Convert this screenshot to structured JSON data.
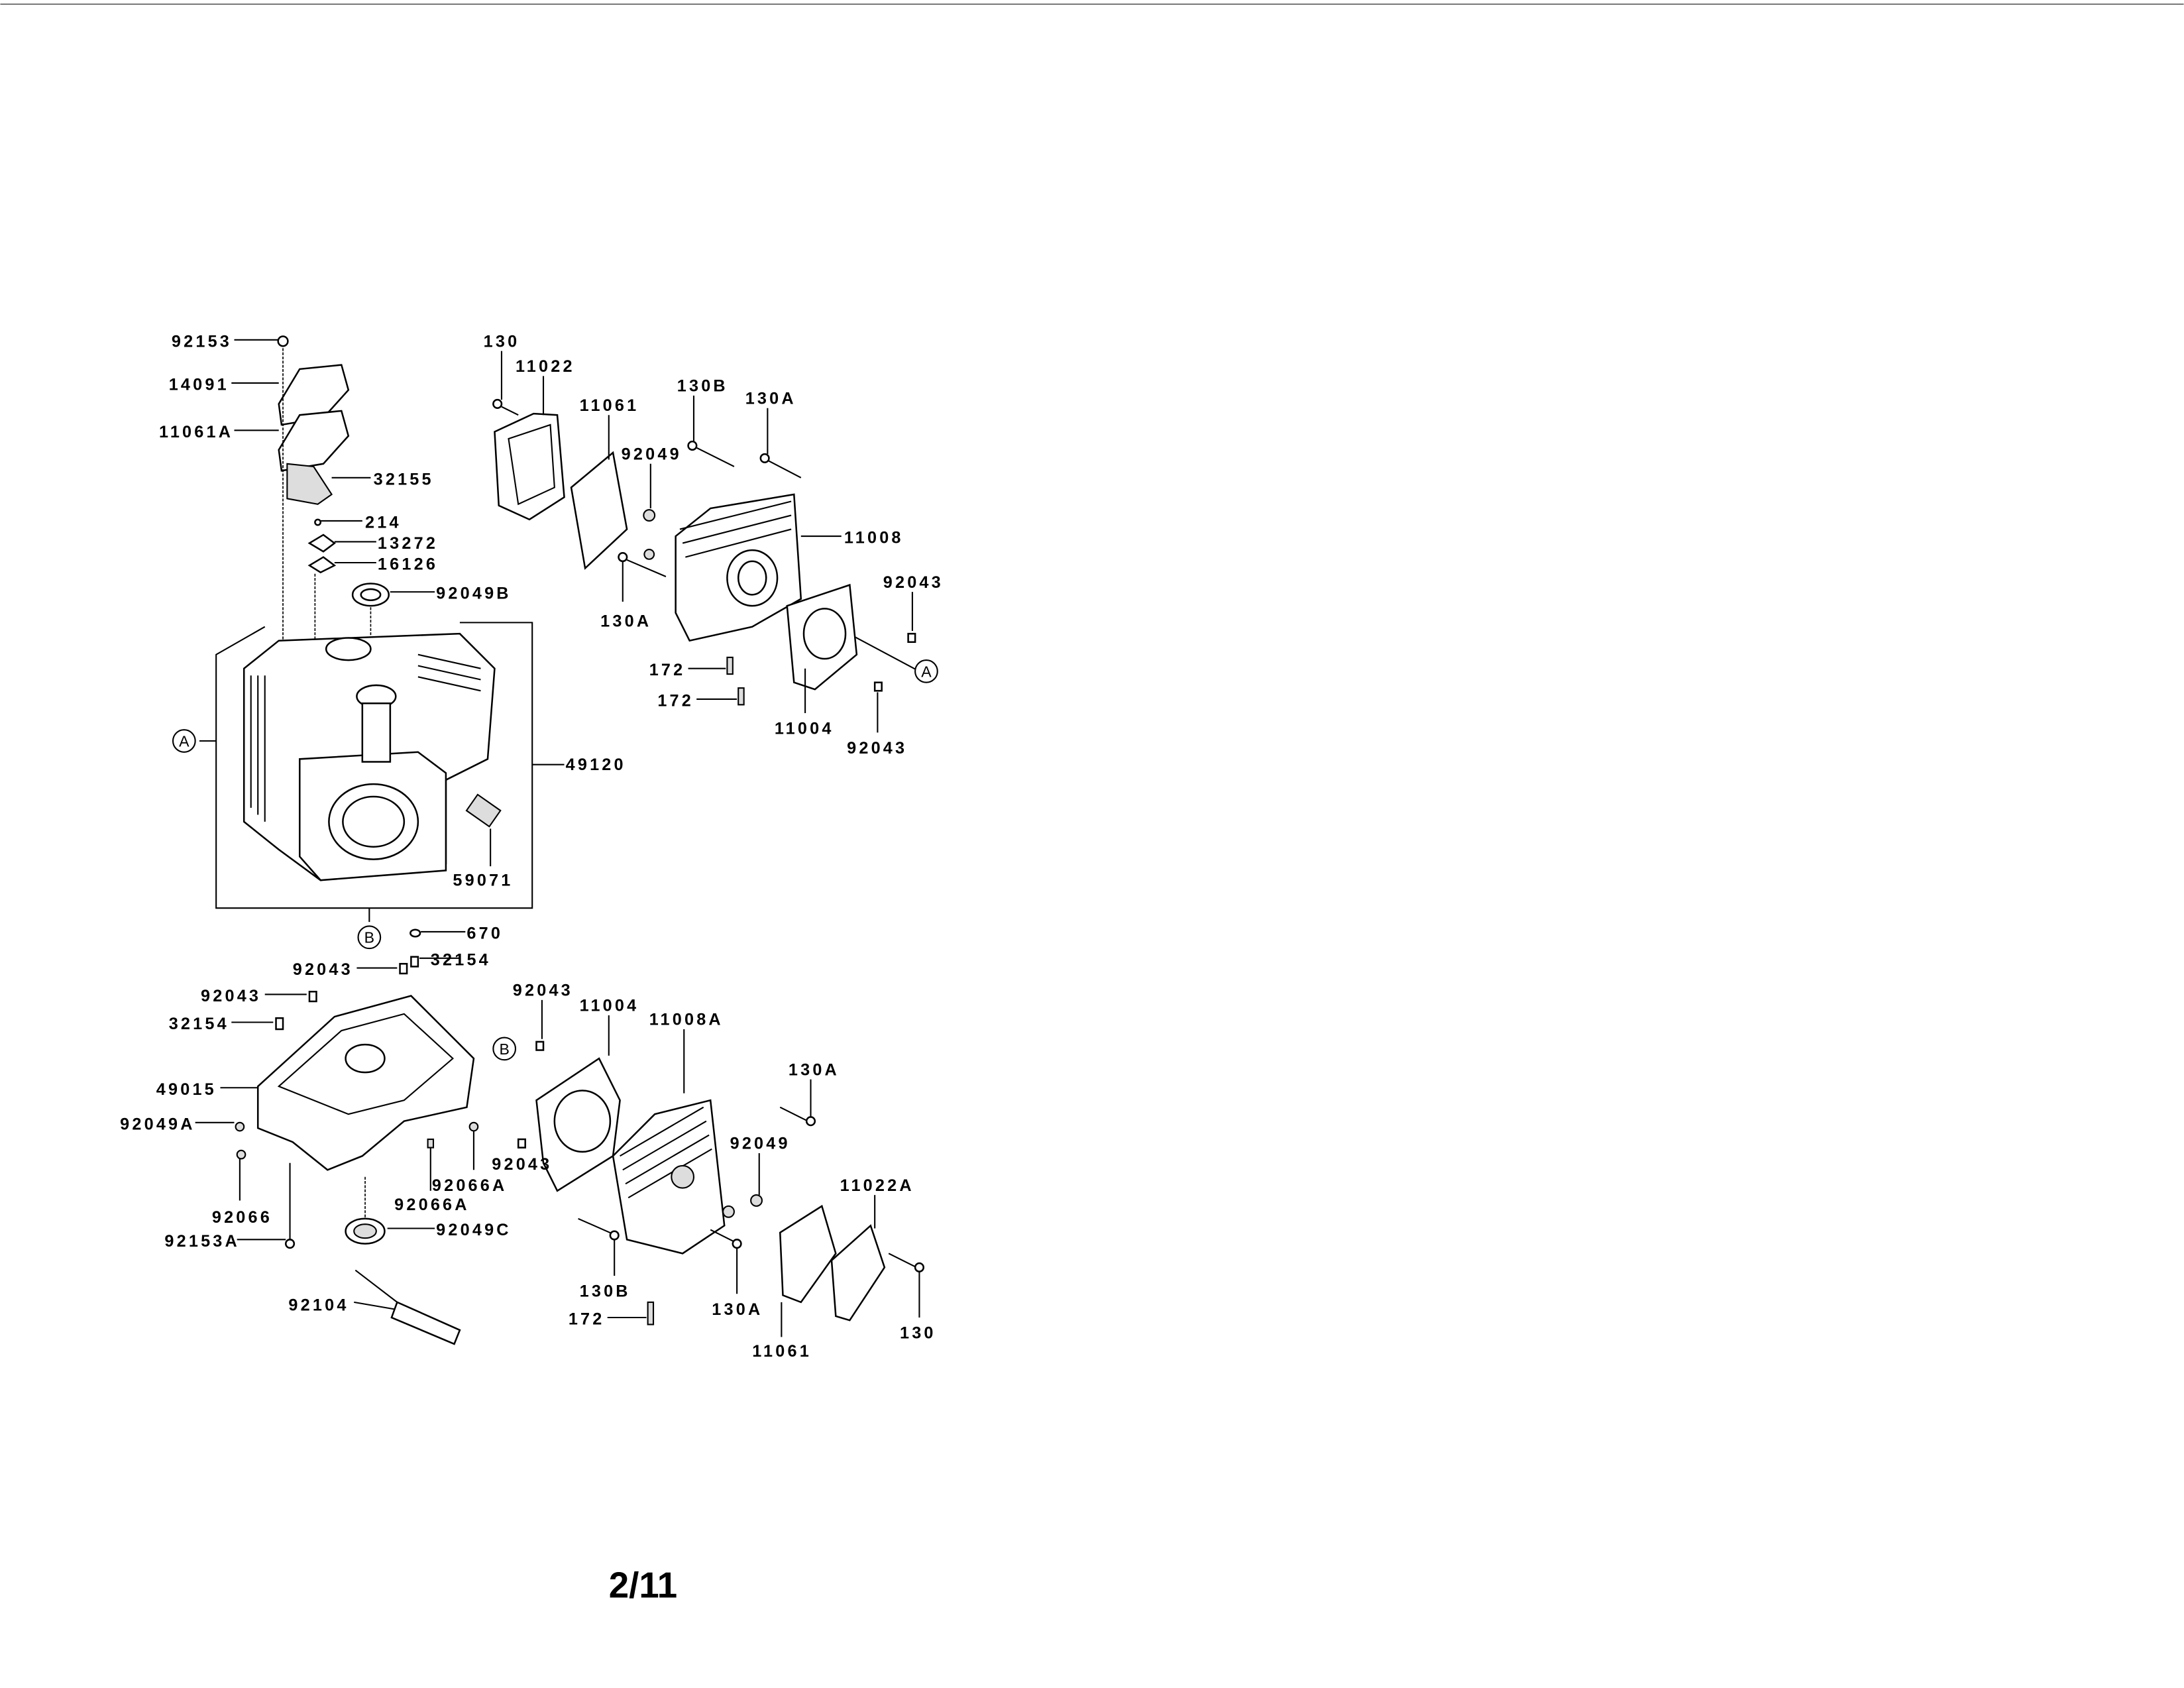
{
  "page_number": "2/11",
  "callouts": {
    "A": "A",
    "B": "B"
  },
  "labels": [
    "92153",
    "14091",
    "11061A",
    "32155",
    "214",
    "13272",
    "16126",
    "92049B",
    "49120",
    "59071",
    "670",
    "32154",
    "92043",
    "92043",
    "32154",
    "49015",
    "92049A",
    "92066",
    "92066A",
    "92066A",
    "92049C",
    "92153A",
    "92104",
    "130",
    "11022",
    "11061",
    "130B",
    "130A",
    "92049",
    "11008",
    "130A",
    "92043",
    "172",
    "172",
    "11004",
    "92043",
    "92043",
    "11004",
    "11008A",
    "130A",
    "92043",
    "92049",
    "11022A",
    "130B",
    "130A",
    "172",
    "130",
    "11061"
  ]
}
